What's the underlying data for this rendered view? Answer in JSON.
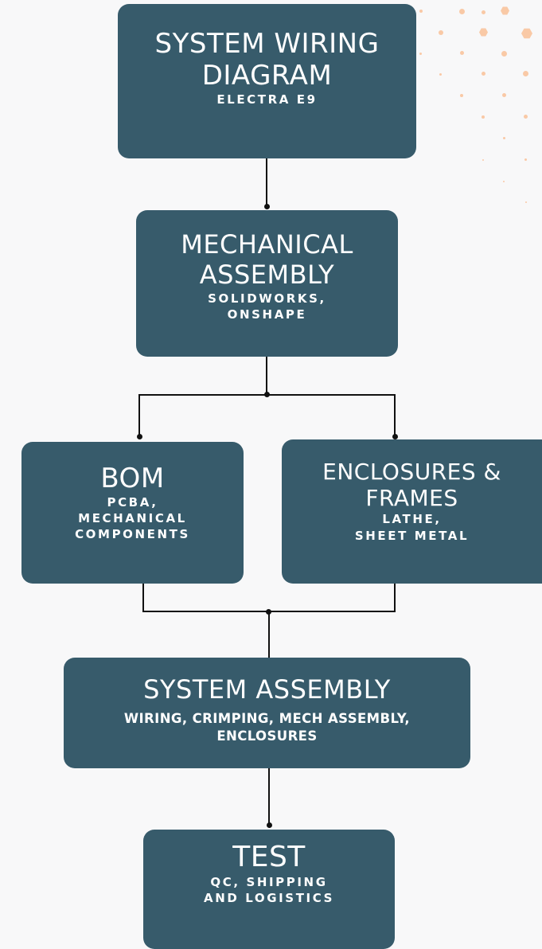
{
  "colors": {
    "box_fill": "#375b6b",
    "connector": "#111111",
    "background": "#f8f8f9",
    "decor": "#f9c9a6"
  },
  "nodes": {
    "wiring": {
      "title_1": "SYSTEM WIRING",
      "title_2": "DIAGRAM",
      "sub_1": "ELECTRA E9"
    },
    "mech": {
      "title_1": "MECHANICAL",
      "title_2": "ASSEMBLY",
      "sub_1": "SOLIDWORKS,",
      "sub_2": "ONSHAPE"
    },
    "bom": {
      "title_1": "BOM",
      "sub_1": "PCBA,",
      "sub_2": "MECHANICAL",
      "sub_3": "COMPONENTS"
    },
    "enclosures": {
      "title_1": "ENCLOSURES &",
      "title_2": "FRAMES",
      "sub_1": "LATHE,",
      "sub_2": "SHEET METAL"
    },
    "system": {
      "title_1": "SYSTEM ASSEMBLY",
      "sub_1": "WIRING, CRIMPING, MECH ASSEMBLY,",
      "sub_2": "ENCLOSURES"
    },
    "test": {
      "title_1": "TEST",
      "sub_1": "QC, SHIPPING",
      "sub_2": "AND LOGISTICS"
    }
  }
}
